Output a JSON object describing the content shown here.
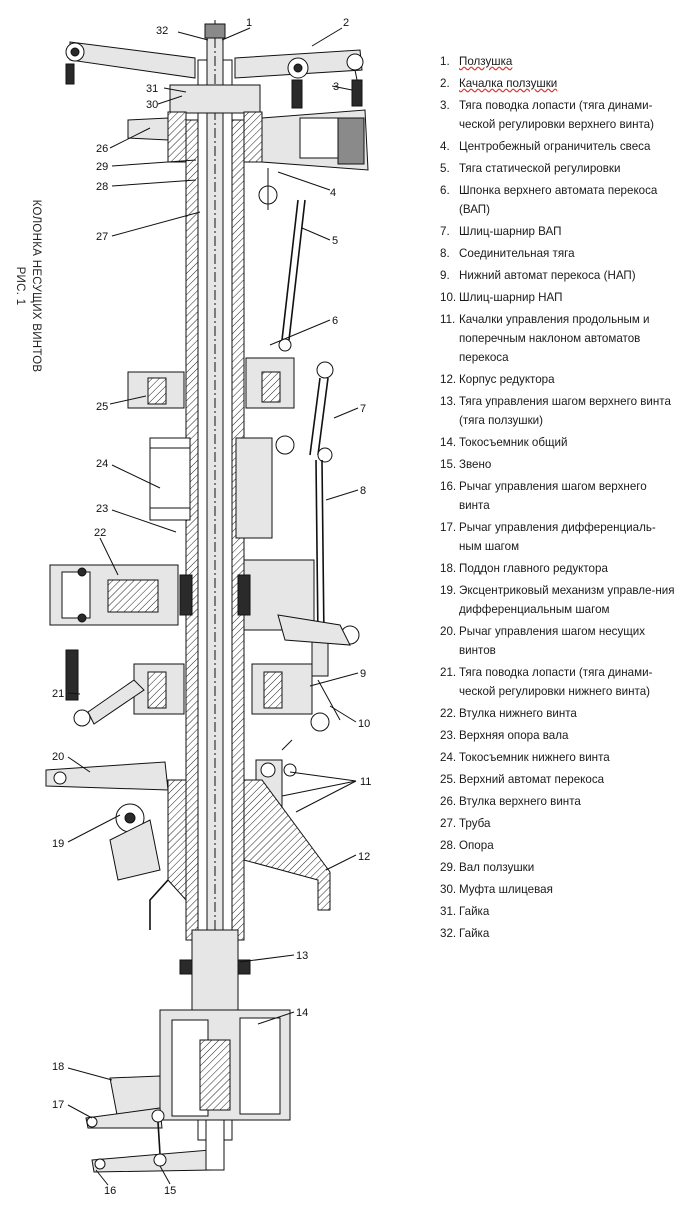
{
  "title": {
    "line1": "КОЛОНКА НЕСУЩИХ ВИНТОВ",
    "line2": "РИС. 1"
  },
  "legend": [
    {
      "num": "1.",
      "text": "Ползушка"
    },
    {
      "num": "2.",
      "text": "Качалка ползушки"
    },
    {
      "num": "3.",
      "text": "Тяга поводка лопасти (тяга динами-ческой регулировки верхнего винта)"
    },
    {
      "num": "4.",
      "text": "Центробежный ограничитель свеса"
    },
    {
      "num": "5.",
      "text": "Тяга статической регулировки"
    },
    {
      "num": "6.",
      "text": "Шпонка верхнего автомата перекоса (ВАП)"
    },
    {
      "num": "7.",
      "text": "Шлиц-шарнир ВАП"
    },
    {
      "num": "8.",
      "text": "Соединительная тяга"
    },
    {
      "num": "9.",
      "text": "Нижний автомат перекоса (НАП)"
    },
    {
      "num": "10.",
      "text": "Шлиц-шарнир НАП"
    },
    {
      "num": "11.",
      "text": "Качалки управления продольным и поперечным наклоном автоматов перекоса"
    },
    {
      "num": "12.",
      "text": "Корпус редуктора"
    },
    {
      "num": "13.",
      "text": "Тяга управления шагом верхнего винта (тяга ползушки)"
    },
    {
      "num": "14.",
      "text": "Токосъемник общий"
    },
    {
      "num": "15.",
      "text": "Звено"
    },
    {
      "num": "16.",
      "text": "Рычаг управления шагом верхнего винта"
    },
    {
      "num": "17.",
      "text": "Рычаг управления дифференциаль-ным шагом"
    },
    {
      "num": "18.",
      "text": "Поддон главного редуктора"
    },
    {
      "num": "19.",
      "text": "Эксцентриковый механизм управле-ния дифференциальным шагом"
    },
    {
      "num": "20.",
      "text": "Рычаг управления шагом несущих винтов"
    },
    {
      "num": "21.",
      "text": "Тяга поводка лопасти (тяга динами-ческой регулировки нижнего винта)"
    },
    {
      "num": "22.",
      "text": "Втулка нижнего винта"
    },
    {
      "num": "23.",
      "text": "Верхняя опора вала"
    },
    {
      "num": "24.",
      "text": "Токосъемник нижнего винта"
    },
    {
      "num": "25.",
      "text": "Верхний автомат перекоса"
    },
    {
      "num": "26.",
      "text": "Втулка верхнего винта"
    },
    {
      "num": "27.",
      "text": "Труба"
    },
    {
      "num": "28.",
      "text": "Опора"
    },
    {
      "num": "29.",
      "text": "Вал ползушки"
    },
    {
      "num": "30.",
      "text": "Муфта шлицевая"
    },
    {
      "num": "31.",
      "text": "Гайка"
    },
    {
      "num": "32.",
      "text": "Гайка"
    }
  ],
  "callouts": [
    "1",
    "2",
    "3",
    "4",
    "5",
    "6",
    "7",
    "8",
    "9",
    "10",
    "11",
    "12",
    "13",
    "14",
    "15",
    "16",
    "17",
    "18",
    "19",
    "20",
    "21",
    "22",
    "23",
    "24",
    "25",
    "26",
    "27",
    "28",
    "29",
    "30",
    "31",
    "32"
  ]
}
